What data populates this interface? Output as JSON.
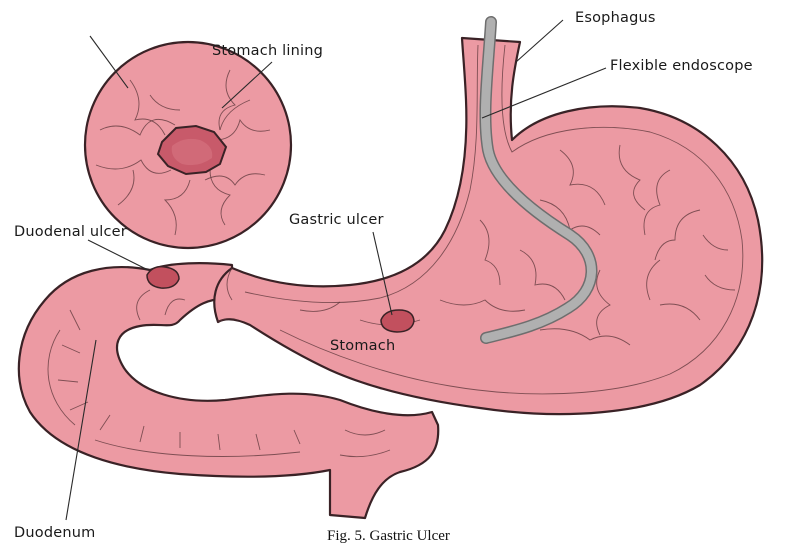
{
  "labels": {
    "stomach_lining": "Stomach lining",
    "esophagus": "Esophagus",
    "flexible_endoscope": "Flexible endoscope",
    "duodenal_ulcer": "Duodenal ulcer",
    "gastric_ulcer": "Gastric ulcer",
    "stomach": "Stomach",
    "duodenum": "Duodenum"
  },
  "caption": "Fig. 5. Gastric Ulcer",
  "colors": {
    "tissue": "#ec9aa3",
    "tissue_dark": "#d9808b",
    "ulcer": "#c2505e",
    "endoscope": "#a9a9a9",
    "outline": "#3a2226"
  }
}
